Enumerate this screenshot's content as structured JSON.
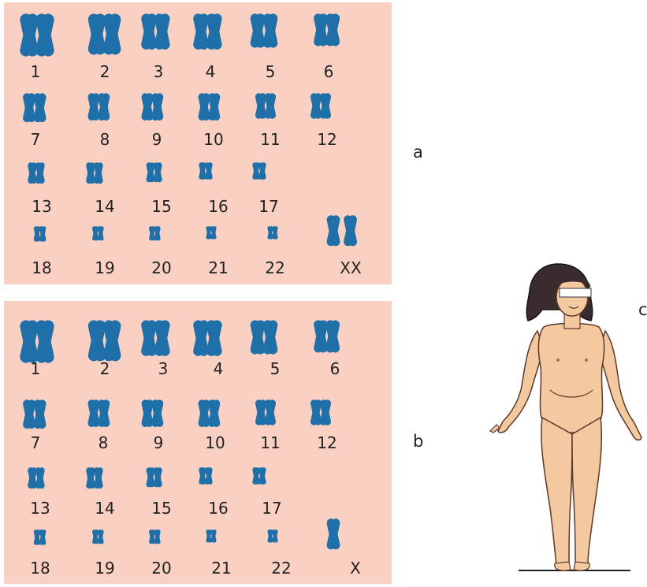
{
  "panels": [
    {
      "id": "a",
      "label": "a",
      "chromosome_labels": [
        "1",
        "2",
        "3",
        "4",
        "5",
        "6",
        "7",
        "8",
        "9",
        "10",
        "11",
        "12",
        "13",
        "14",
        "15",
        "16",
        "17",
        "18",
        "19",
        "20",
        "21",
        "22",
        "XX"
      ]
    },
    {
      "id": "b",
      "label": "b",
      "chromosome_labels": [
        "1",
        "2",
        "3",
        "4",
        "5",
        "6",
        "7",
        "8",
        "9",
        "10",
        "11",
        "12",
        "13",
        "14",
        "15",
        "16",
        "17",
        "18",
        "19",
        "20",
        "21",
        "22",
        "X"
      ]
    }
  ],
  "figure": {
    "label": "c"
  },
  "colors": {
    "panel_bg": "#f9d0c2",
    "chromosome": "#1f6fa8",
    "skin": "#f4c9a0",
    "hair": "#3a2c2e"
  }
}
